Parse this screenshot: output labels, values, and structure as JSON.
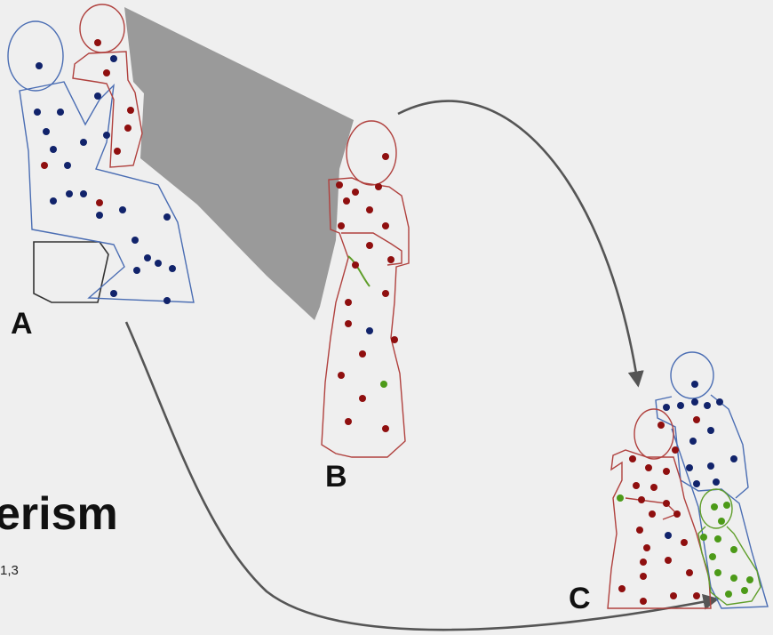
{
  "labels": {
    "a": "A",
    "b": "B",
    "c": "C"
  },
  "title_fragment": "erism",
  "footnote": "1,3",
  "colors": {
    "background": "#efefef",
    "blue": "#4a6db3",
    "red": "#b0413e",
    "green": "#5f9e2a",
    "dot_blue": "#11236b",
    "dot_red": "#8f0f0f",
    "dot_green": "#4c9a18",
    "beam": "#9a9a9a",
    "arrow": "#555555",
    "seat": "#333333"
  },
  "icons": [
    "arrow-head-icon"
  ]
}
